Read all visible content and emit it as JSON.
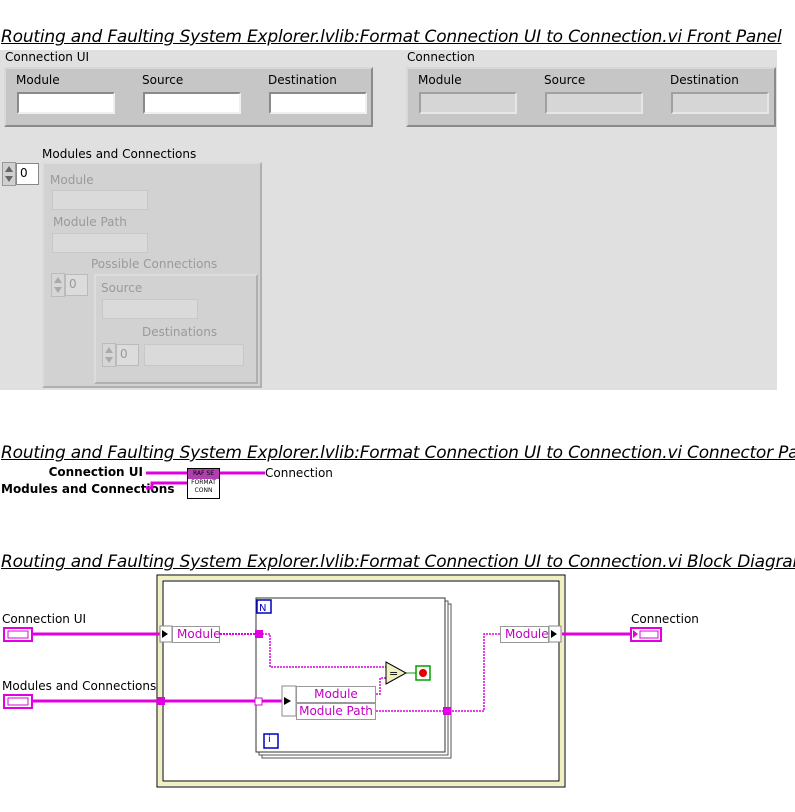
{
  "headings": {
    "front_panel": "Routing and Faulting System Explorer.lvlib:Format Connection UI to Connection.vi Front Panel",
    "connector_pane": "Routing and Faulting System Explorer.lvlib:Format Connection UI to Connection.vi Connector Pane",
    "block_diagram": "Routing and Faulting System Explorer.lvlib:Format Connection UI to Connection.vi Block Diagram"
  },
  "front_panel": {
    "connection_ui": {
      "label": "Connection UI",
      "fields": [
        {
          "label": "Module",
          "value": ""
        },
        {
          "label": "Source",
          "value": ""
        },
        {
          "label": "Destination",
          "value": ""
        }
      ]
    },
    "connection": {
      "label": "Connection",
      "fields": [
        {
          "label": "Module",
          "value": ""
        },
        {
          "label": "Source",
          "value": ""
        },
        {
          "label": "Destination",
          "value": ""
        }
      ]
    },
    "modules_and_connections": {
      "label": "Modules and Connections",
      "index": "0",
      "module_label": "Module",
      "module_path_label": "Module Path",
      "possible_connections": {
        "label": "Possible Connections",
        "index": "0",
        "source_label": "Source",
        "destinations": {
          "label": "Destinations",
          "index": "0"
        }
      }
    }
  },
  "connector_pane": {
    "input_1": "Connection UI",
    "input_2": "Modules and Connections",
    "output": "Connection",
    "icon_top": "RAF SE",
    "icon_bottom_1": "FORMAT",
    "icon_bottom_2": "CONN"
  },
  "block_diagram": {
    "input_1": "Connection UI",
    "input_2": "Modules and Connections",
    "output": "Connection",
    "unbundle_module": "Module",
    "bundle_module": "Module",
    "unbundle_inner_1": "Module",
    "unbundle_inner_2": "Module Path",
    "loop_count": "N",
    "loop_iteration": "i",
    "wire_color": "#e000e0",
    "case_border_color": "#f0f0c0"
  }
}
